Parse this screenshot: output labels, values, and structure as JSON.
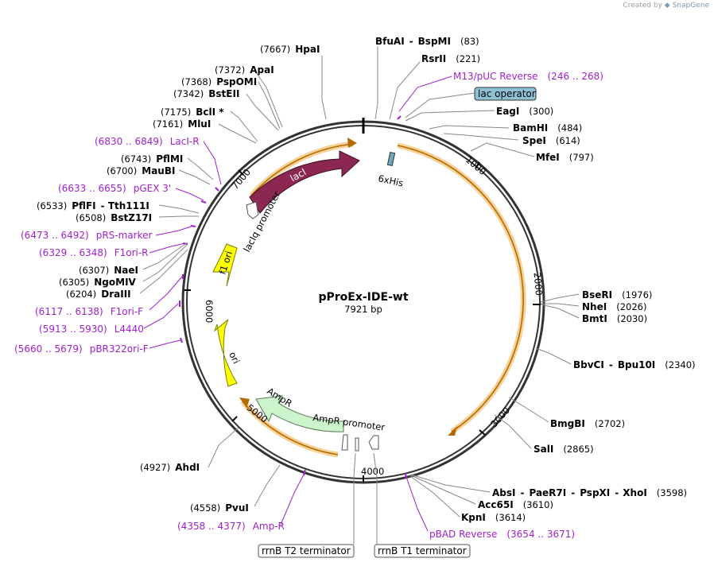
{
  "credit": {
    "prefix": "Created by",
    "brand": "SnapGene"
  },
  "plasmid": {
    "name": "pProEx-IDE-wt",
    "size_label": "7921 bp",
    "length": 7921
  },
  "ticks": [
    {
      "pos": 1000,
      "label": "1000"
    },
    {
      "pos": 2000,
      "label": "2000"
    },
    {
      "pos": 3000,
      "label": "3000"
    },
    {
      "pos": 4000,
      "label": "4000"
    },
    {
      "pos": 5000,
      "label": "5000"
    },
    {
      "pos": 6000,
      "label": "6000"
    },
    {
      "pos": 7000,
      "label": "7000"
    }
  ],
  "features": [
    {
      "id": "6xhis",
      "label": "6xHis",
      "color": "#6aa7b8"
    },
    {
      "id": "laci",
      "label": "lacI",
      "color": "#8b2750"
    },
    {
      "id": "laciq",
      "label": "lacIq promoter",
      "color": "#ffffff"
    },
    {
      "id": "f1ori",
      "label": "f1 ori",
      "color": "#ffff00"
    },
    {
      "id": "ori",
      "label": "ori",
      "color": "#ffff00"
    },
    {
      "id": "ampr",
      "label": "AmpR",
      "color": "#ccf5cc"
    },
    {
      "id": "ampr-promoter",
      "label": "AmpR promoter",
      "color": "#ffffff"
    }
  ],
  "labels": [
    {
      "id": "hpai",
      "kind": "site",
      "name": "HpaI",
      "pos": "(7667)"
    },
    {
      "id": "bfuai",
      "kind": "site",
      "name": "BfuAI",
      "name2": "BspMI",
      "pos": "(83)"
    },
    {
      "id": "rsrii",
      "kind": "site",
      "name": "RsrII",
      "pos": "(221)"
    },
    {
      "id": "m13",
      "kind": "primer",
      "name": "M13/pUC Reverse",
      "pos": "(246 .. 268)"
    },
    {
      "id": "lacop",
      "kind": "box",
      "name": "lac operator"
    },
    {
      "id": "eagi",
      "kind": "site",
      "name": "EagI",
      "pos": "(300)"
    },
    {
      "id": "bamhi",
      "kind": "site",
      "name": "BamHI",
      "pos": "(484)"
    },
    {
      "id": "spei",
      "kind": "site",
      "name": "SpeI",
      "pos": "(614)"
    },
    {
      "id": "mfei",
      "kind": "site",
      "name": "MfeI",
      "pos": "(797)"
    },
    {
      "id": "apai",
      "kind": "site",
      "name": "ApaI",
      "pos": "(7372)"
    },
    {
      "id": "pspomi",
      "kind": "site",
      "name": "PspOMI",
      "pos": "(7368)"
    },
    {
      "id": "bsteii",
      "kind": "site",
      "name": "BstEII",
      "pos": "(7342)"
    },
    {
      "id": "bcli",
      "kind": "site",
      "name": "BclI *",
      "pos": "(7175)"
    },
    {
      "id": "mlui",
      "kind": "site",
      "name": "MluI",
      "pos": "(7161)"
    },
    {
      "id": "laci-r",
      "kind": "primer",
      "name": "LacI-R",
      "pos": "(6830 .. 6849)"
    },
    {
      "id": "pflmi",
      "kind": "site",
      "name": "PflMI",
      "pos": "(6743)"
    },
    {
      "id": "maubi",
      "kind": "site",
      "name": "MauBI",
      "pos": "(6700)"
    },
    {
      "id": "pgex3",
      "kind": "primer",
      "name": "pGEX 3'",
      "pos": "(6633 .. 6655)"
    },
    {
      "id": "pflfi",
      "kind": "site",
      "name": "PflFI",
      "name2": "Tth111I",
      "pos": "(6533)"
    },
    {
      "id": "bstz17i",
      "kind": "site",
      "name": "BstZ17I",
      "pos": "(6508)"
    },
    {
      "id": "prs",
      "kind": "primer",
      "name": "pRS-marker",
      "pos": "(6473 .. 6492)"
    },
    {
      "id": "f1ori-r",
      "kind": "primer",
      "name": "F1ori-R",
      "pos": "(6329 .. 6348)"
    },
    {
      "id": "naei",
      "kind": "site",
      "name": "NaeI",
      "pos": "(6307)"
    },
    {
      "id": "ngomiv",
      "kind": "site",
      "name": "NgoMIV",
      "pos": "(6305)"
    },
    {
      "id": "draiii",
      "kind": "site",
      "name": "DraIII",
      "pos": "(6204)"
    },
    {
      "id": "f1ori-f",
      "kind": "primer",
      "name": "F1ori-F",
      "pos": "(6117 .. 6138)"
    },
    {
      "id": "l4440",
      "kind": "primer",
      "name": "L4440",
      "pos": "(5913 .. 5930)"
    },
    {
      "id": "pbr322",
      "kind": "primer",
      "name": "pBR322ori-F",
      "pos": "(5660 .. 5679)"
    },
    {
      "id": "bseri",
      "kind": "site",
      "name": "BseRI",
      "pos": "(1976)"
    },
    {
      "id": "nhei",
      "kind": "site",
      "name": "NheI",
      "pos": "(2026)"
    },
    {
      "id": "bmti",
      "kind": "site",
      "name": "BmtI",
      "pos": "(2030)"
    },
    {
      "id": "bbvci",
      "kind": "site",
      "name": "BbvCI",
      "name2": "Bpu10I",
      "pos": "(2340)"
    },
    {
      "id": "bmgbi",
      "kind": "site",
      "name": "BmgBI",
      "pos": "(2702)"
    },
    {
      "id": "sali",
      "kind": "site",
      "name": "SalI",
      "pos": "(2865)"
    },
    {
      "id": "absi",
      "kind": "site",
      "name": "AbsI",
      "name2": "PaeR7I",
      "name3": "PspXI",
      "name4": "XhoI",
      "pos": "(3598)"
    },
    {
      "id": "acc65i",
      "kind": "site",
      "name": "Acc65I",
      "pos": "(3610)"
    },
    {
      "id": "kpni",
      "kind": "site",
      "name": "KpnI",
      "pos": "(3614)"
    },
    {
      "id": "pbad",
      "kind": "primer",
      "name": "pBAD Reverse",
      "pos": "(3654 .. 3671)"
    },
    {
      "id": "ahdi",
      "kind": "site",
      "name": "AhdI",
      "pos": "(4927)"
    },
    {
      "id": "pvui",
      "kind": "site",
      "name": "PvuI",
      "pos": "(4558)"
    },
    {
      "id": "amp-r",
      "kind": "primer",
      "name": "Amp-R",
      "pos": "(4358 .. 4377)"
    },
    {
      "id": "rrnbt2",
      "kind": "box",
      "name": "rrnB T2 terminator"
    },
    {
      "id": "rrnbt1",
      "kind": "box",
      "name": "rrnB T1 terminator"
    }
  ],
  "colors": {
    "primer": "#a020d0",
    "orf_highlight": "#f5c77e",
    "arrow": "#b36b00",
    "box_lacop": "#8fc1d4"
  }
}
